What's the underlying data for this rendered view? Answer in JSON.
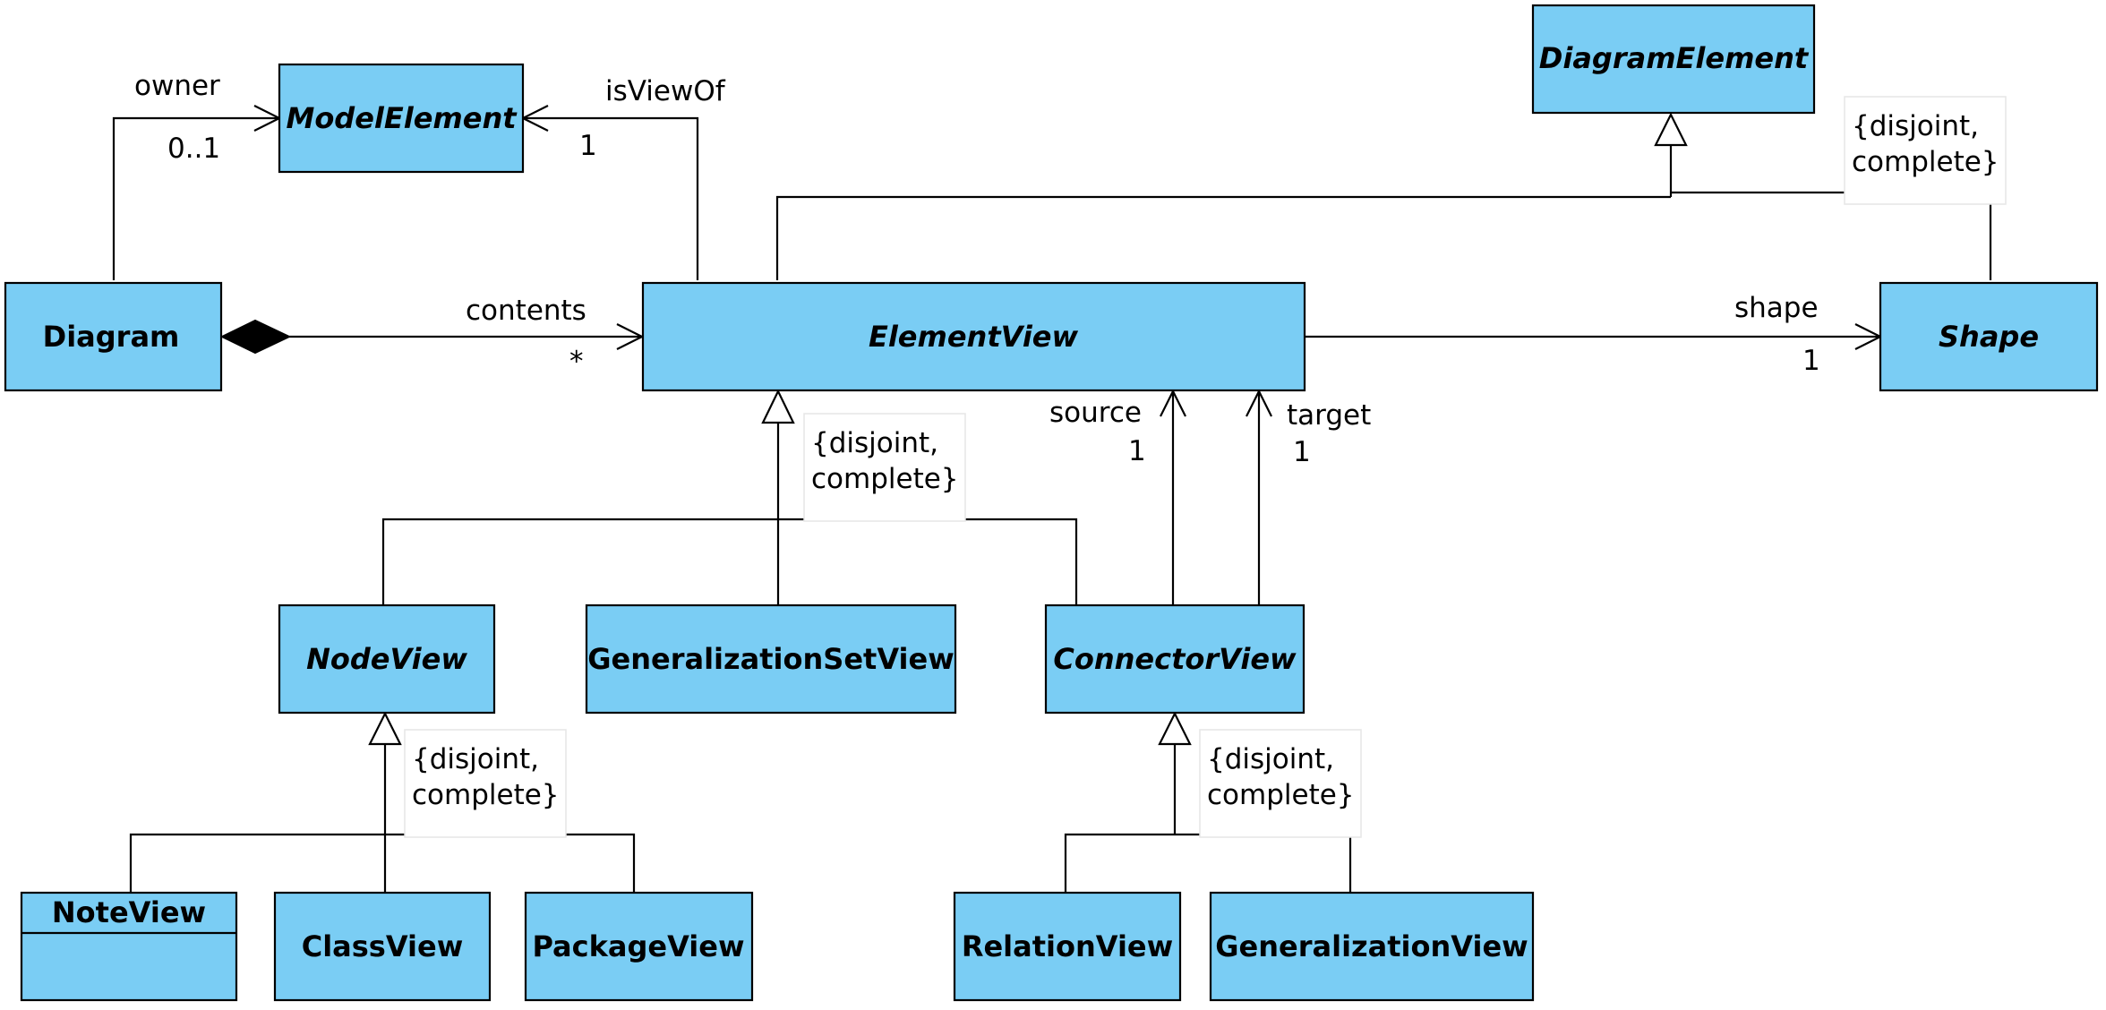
{
  "classes": {
    "diagram_element": "DiagramElement",
    "model_element": "ModelElement",
    "diagram": "Diagram",
    "element_view": "ElementView",
    "shape": "Shape",
    "node_view": "NodeView",
    "generalization_set_view": "GeneralizationSetView",
    "connector_view": "ConnectorView",
    "note_view": "NoteView",
    "class_view": "ClassView",
    "package_view": "PackageView",
    "relation_view": "RelationView",
    "generalization_view": "GeneralizationView"
  },
  "associations": {
    "owner": {
      "role": "owner",
      "multiplicity": "0..1"
    },
    "is_view_of": {
      "role": "isViewOf",
      "multiplicity": "1"
    },
    "contents": {
      "role": "contents",
      "multiplicity": "*"
    },
    "shape": {
      "role": "shape",
      "multiplicity": "1"
    },
    "source": {
      "role": "source",
      "multiplicity": "1"
    },
    "target": {
      "role": "target",
      "multiplicity": "1"
    }
  },
  "constraints": {
    "line1": "{disjoint,",
    "line2": "complete}"
  },
  "colors": {
    "class_fill": "#7ACDF4",
    "line": "#000000",
    "background": "#FFFFFF"
  }
}
